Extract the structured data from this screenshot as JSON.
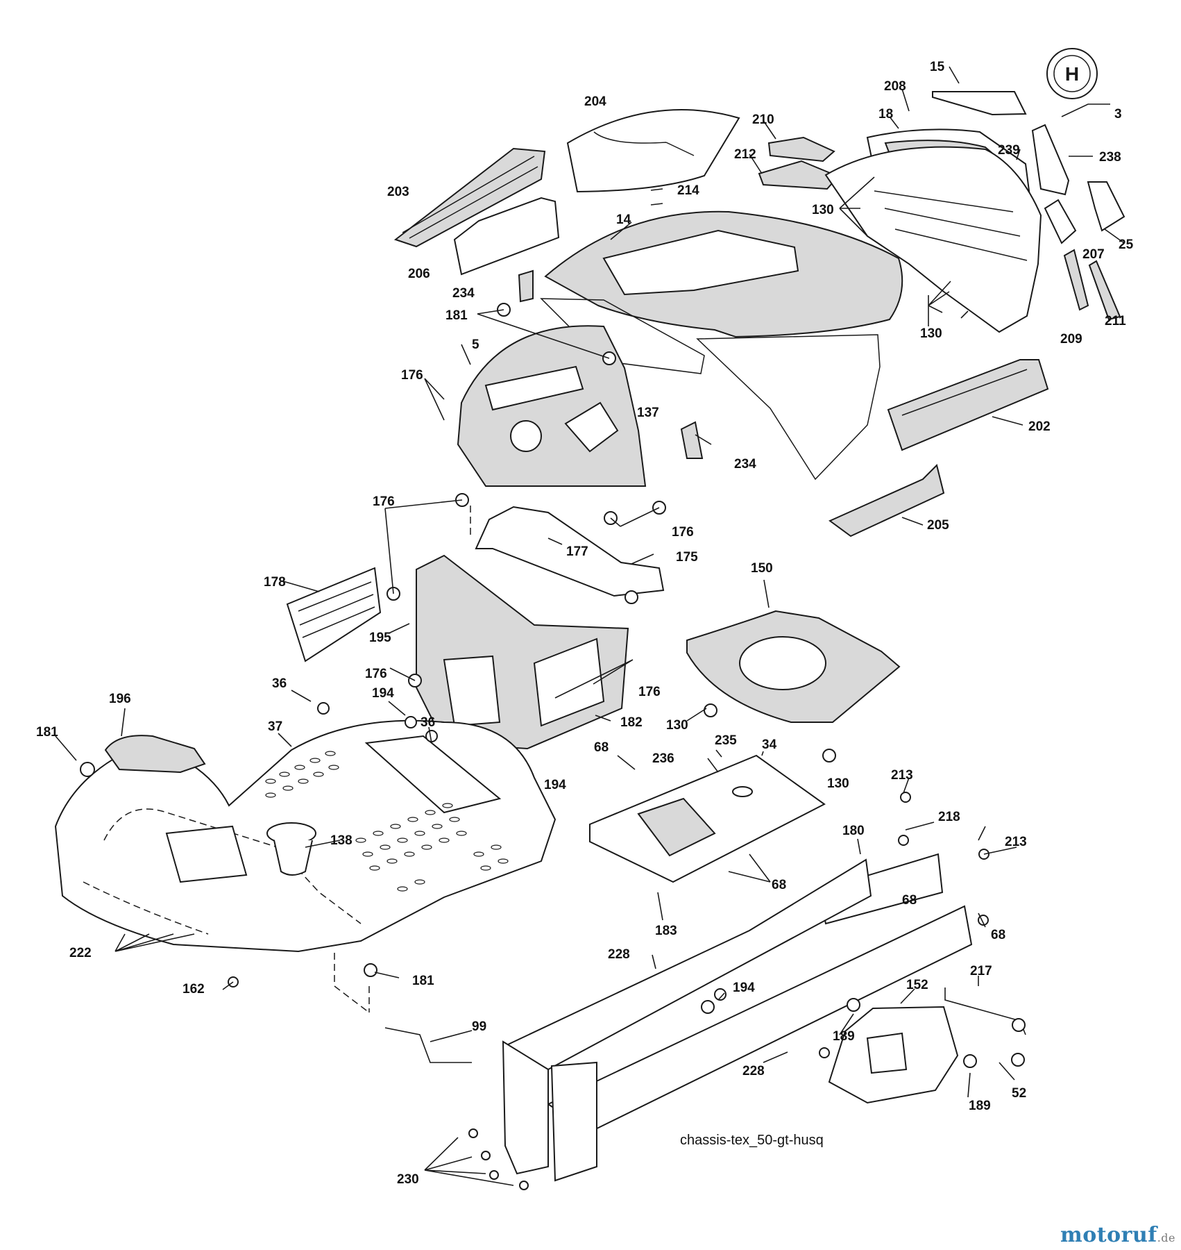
{
  "diagram": {
    "identifier": "chassis-tex_50-gt-husq",
    "logo_text": "H",
    "callouts": {
      "p15": "15",
      "p3": "3",
      "p208": "208",
      "p18": "18",
      "p204": "204",
      "p210": "210",
      "p212": "212",
      "p239": "239",
      "p238": "238",
      "p203": "203",
      "p214": "214",
      "p130a": "130",
      "p14": "14",
      "p25": "25",
      "p207": "207",
      "p206": "206",
      "p234a": "234",
      "p181a": "181",
      "p209": "209",
      "p211": "211",
      "p130b": "130",
      "p5": "5",
      "p176a": "176",
      "p137": "137",
      "p202": "202",
      "p234b": "234",
      "p176b": "176",
      "p176c": "176",
      "p205": "205",
      "p177": "177",
      "p175": "175",
      "p178": "178",
      "p150": "150",
      "p195": "195",
      "p176d": "176",
      "p176e": "176",
      "p196": "196",
      "p36a": "36",
      "p194a": "194",
      "p36b": "36",
      "p182": "182",
      "p130c": "130",
      "p181b": "181",
      "p37": "37",
      "p235": "235",
      "p68a": "68",
      "p34": "34",
      "p236": "236",
      "p130d": "130",
      "p194b": "194",
      "p213a": "213",
      "p218": "218",
      "p138": "138",
      "p180": "180",
      "p213b": "213",
      "p68b": "68",
      "p68c": "68",
      "p183": "183",
      "p68d": "68",
      "p222": "222",
      "p228a": "228",
      "p217": "217",
      "p181c": "181",
      "p194c": "194",
      "p152": "152",
      "p162": "162",
      "p99": "99",
      "p189a": "189",
      "p228b": "228",
      "p52": "52",
      "p189b": "189",
      "p230": "230"
    }
  },
  "watermark": {
    "main": "motoruf",
    "suffix": ".de",
    "color": "#2f7fb4"
  }
}
